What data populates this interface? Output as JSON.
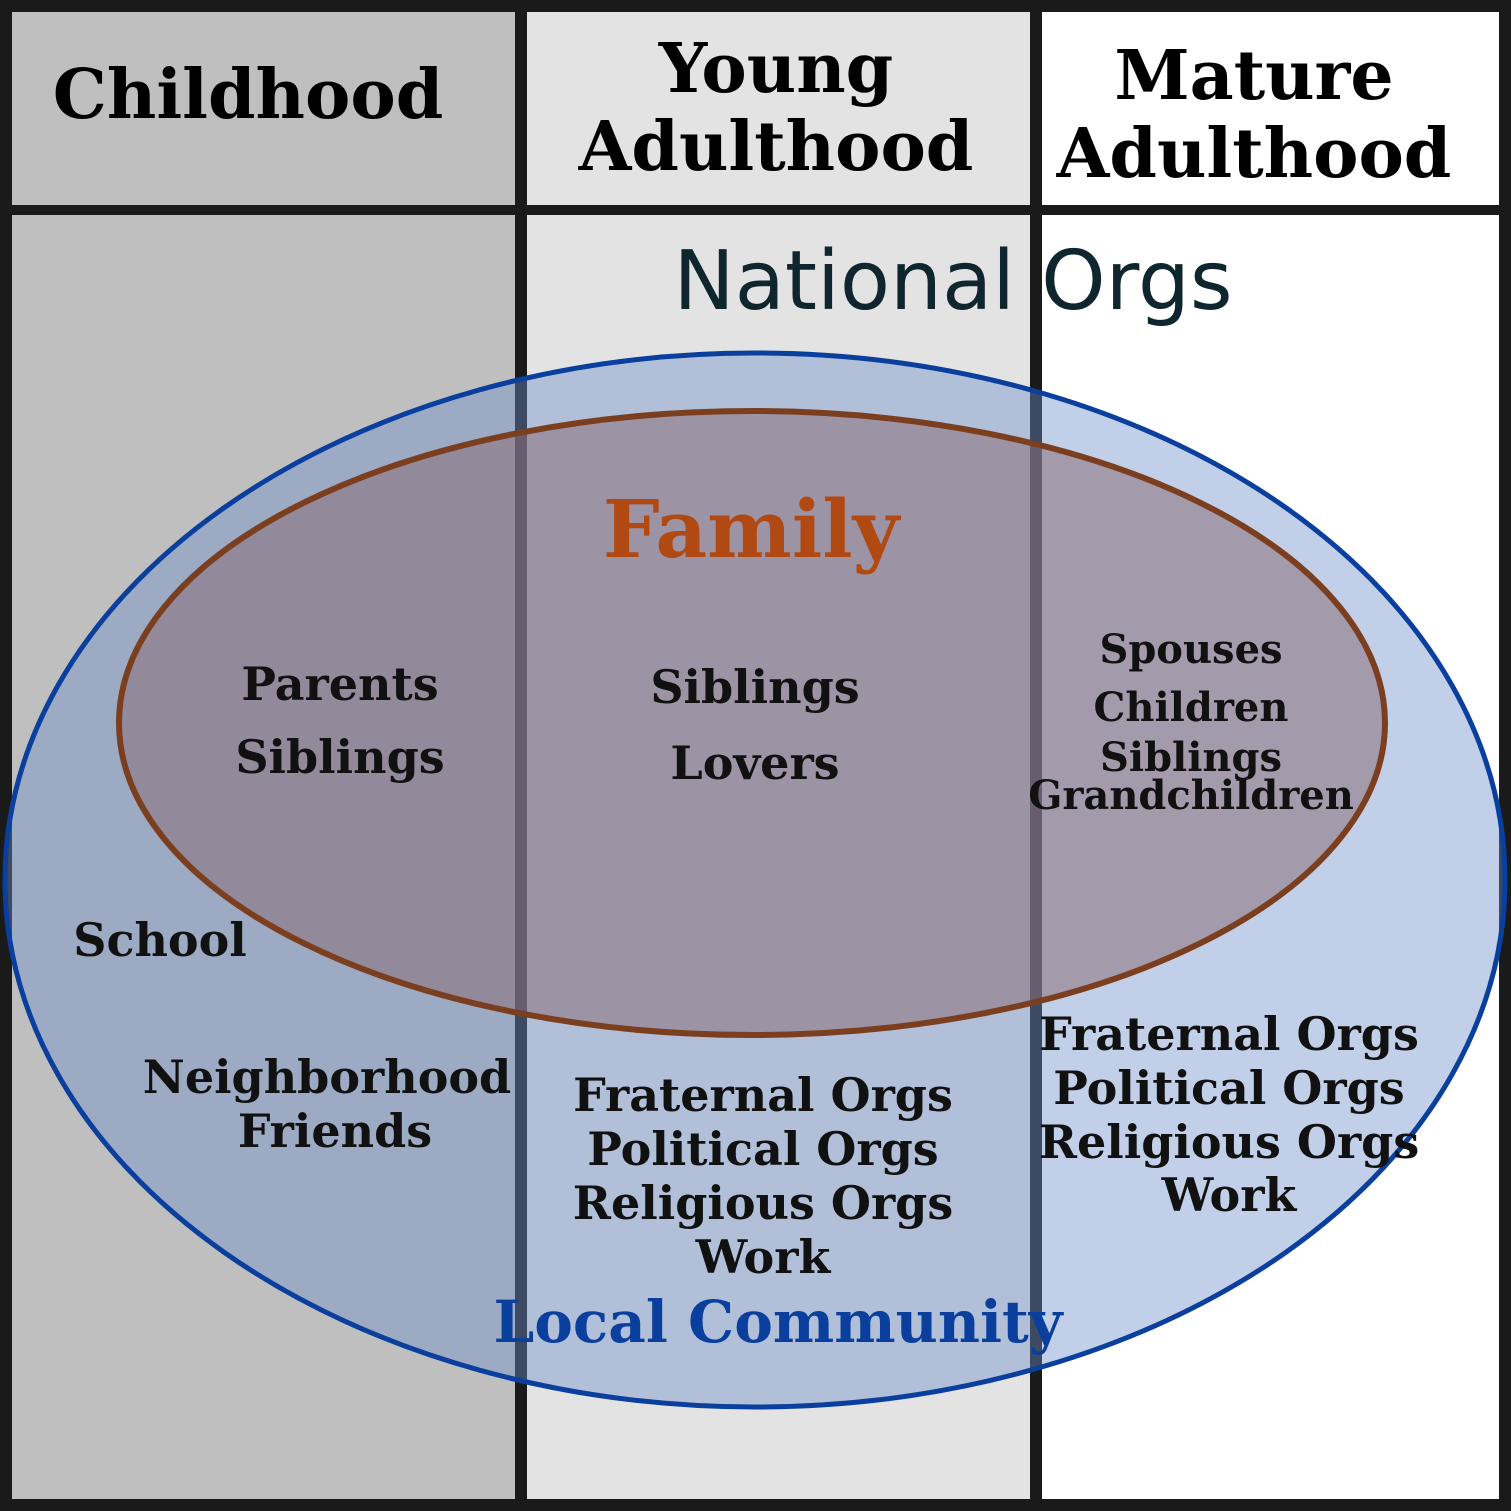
{
  "columns": {
    "childhood": "Childhood",
    "young_line1": "Young",
    "young_line2": "Adulthood",
    "mature_line1": "Mature",
    "mature_line2": "Adulthood"
  },
  "national": {
    "title": "National Orgs"
  },
  "family": {
    "title": "Family",
    "childhood": [
      "Parents",
      "Siblings"
    ],
    "young": [
      "Siblings",
      "Lovers"
    ],
    "mature": [
      "Spouses",
      "Children",
      "Siblings",
      "Grandchildren"
    ]
  },
  "community": {
    "title": "Local Community",
    "childhood": {
      "school": "School",
      "neighborhood": [
        "Neighborhood",
        "Friends"
      ]
    },
    "young": [
      "Fraternal Orgs",
      "Political Orgs",
      "Religious Orgs",
      "Work"
    ],
    "mature": [
      "Fraternal Orgs",
      "Political Orgs",
      "Religious Orgs",
      "Work"
    ]
  },
  "colors": {
    "childhood_bg": "#bfbfbf",
    "young_bg": "#e3e3e3",
    "mature_bg": "#ffffff",
    "divider": "#1a1a1a",
    "community_fill": "#6c8ec8",
    "community_stroke": "#0a3f9e",
    "community_text": "#0a3f9e",
    "family_fill": "#8a6e7a",
    "family_stroke": "#7b3f20",
    "family_text": "#b04a12"
  }
}
